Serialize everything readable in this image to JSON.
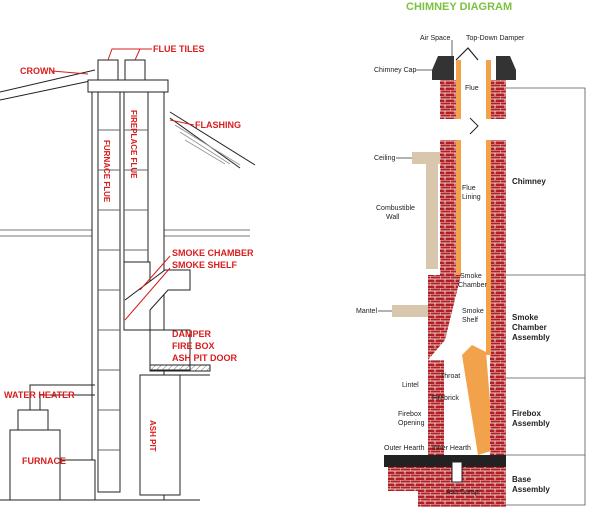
{
  "left_diagram": {
    "labels": {
      "crown": "CROWN",
      "flue_tiles": "FLUE TILES",
      "flashing": "FLASHING",
      "furnace_flue": "FURNACE FLUE",
      "fireplace_flue": "FIREPLACE FLUE",
      "smoke_chamber": "SMOKE CHAMBER",
      "smoke_shelf": "SMOKE SHELF",
      "damper": "DAMPER",
      "fire_box": "FIRE BOX",
      "ash_pit_door": "ASH PIT DOOR",
      "water_heater": "WATER HEATER",
      "furnace": "FURNACE",
      "ash_pit": "ASH PIT"
    }
  },
  "right_diagram": {
    "title": "CHIMNEY DIAGRAM",
    "labels": {
      "air_space": "Air Space",
      "top_down_damper": "Top-Down Damper",
      "chimney_cap": "Chimney Cap",
      "flue": "Flue",
      "ceiling": "Ceiling",
      "flue_lining_1": "Flue",
      "flue_lining_2": "Lining",
      "combustible_1": "Combustible",
      "combustible_2": "Wall",
      "smoke_chamber_1": "Smoke",
      "smoke_chamber_2": "Chamber",
      "smoke_shelf_1": "Smoke",
      "smoke_shelf_2": "Shelf",
      "mantel": "Mantel",
      "throat": "Throat",
      "lintel": "Lintel",
      "firebrick": "Firebrick",
      "firebox_opening_1": "Firebox",
      "firebox_opening_2": "Opening",
      "outer_hearth": "Outer Hearth",
      "inner_hearth": "Inner Hearth",
      "ash_dump": "Ash Dump"
    },
    "sections": {
      "chimney": "Chimney",
      "smoke_chamber_assembly_1": "Smoke",
      "smoke_chamber_assembly_2": "Chamber",
      "smoke_chamber_assembly_3": "Assembly",
      "firebox_assembly_1": "Firebox",
      "firebox_assembly_2": "Assembly",
      "base_assembly_1": "Base",
      "base_assembly_2": "Assembly"
    }
  },
  "colors": {
    "label_red": "#d81e1e",
    "title_green": "#7cc142",
    "brick": "#b01f24",
    "lining": "#f2a24a",
    "wood": "#d8c6ad"
  }
}
